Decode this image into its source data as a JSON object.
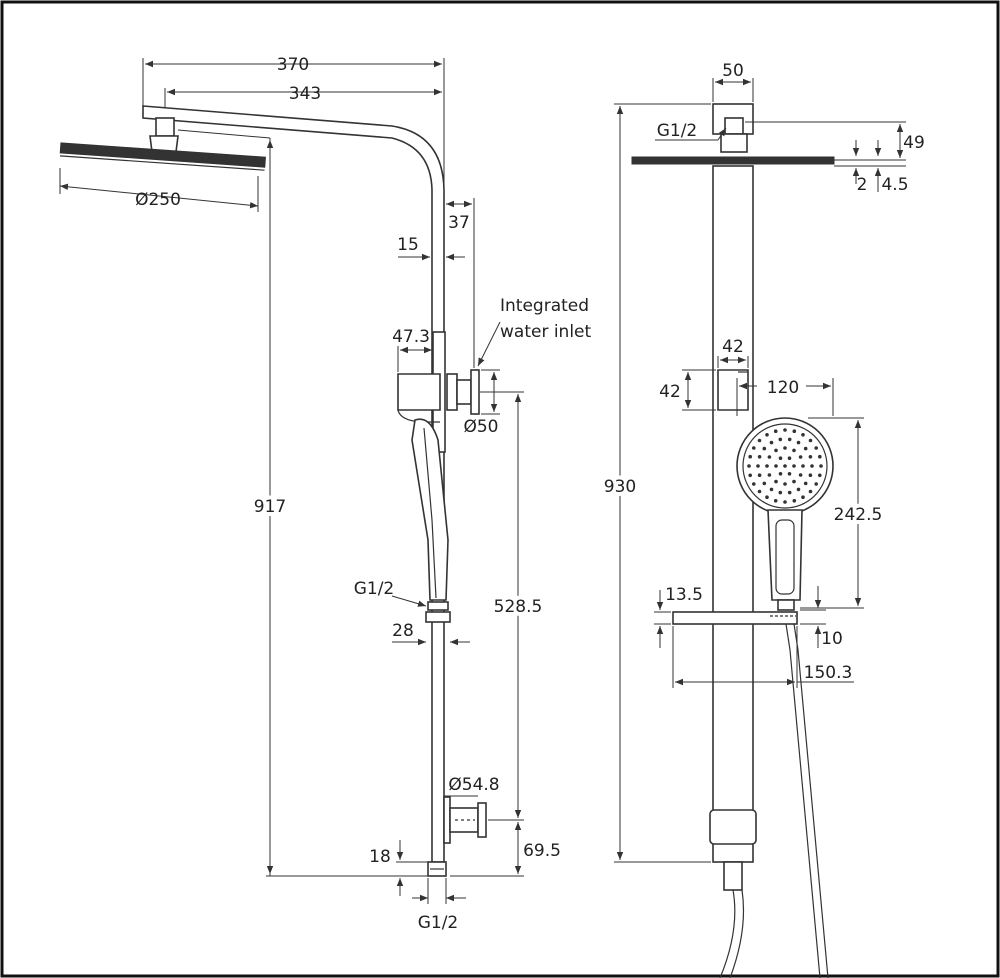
{
  "side_view": {
    "width_overall": "370",
    "arm_length": "343",
    "head_diameter": "Ø250",
    "arm_offset": "37",
    "rail_diameter": "15",
    "height_overall": "917",
    "inlet_depth": "47.3",
    "inlet_label_line1": "Integrated",
    "inlet_label_line2": "water inlet",
    "inlet_diameter": "Ø50",
    "hose_thread": "G1/2",
    "handpiece_width": "28",
    "inlet_height": "528.5",
    "bracket_diameter": "Ø54.8",
    "bracket_height": "69.5",
    "bottom_offset": "18",
    "bottom_thread": "G1/2"
  },
  "front_view": {
    "rail_width": "50",
    "head_thread": "G1/2",
    "head_height": "49",
    "plate_thickness": "2",
    "head_rim": "4.5",
    "holder_width": "42",
    "holder_height": "42",
    "handpiece_diameter": "120",
    "height_overall": "930",
    "handpiece_length": "242.5",
    "shelf_thickness": "13.5",
    "shelf_offset": "10",
    "shelf_width": "150.3"
  }
}
